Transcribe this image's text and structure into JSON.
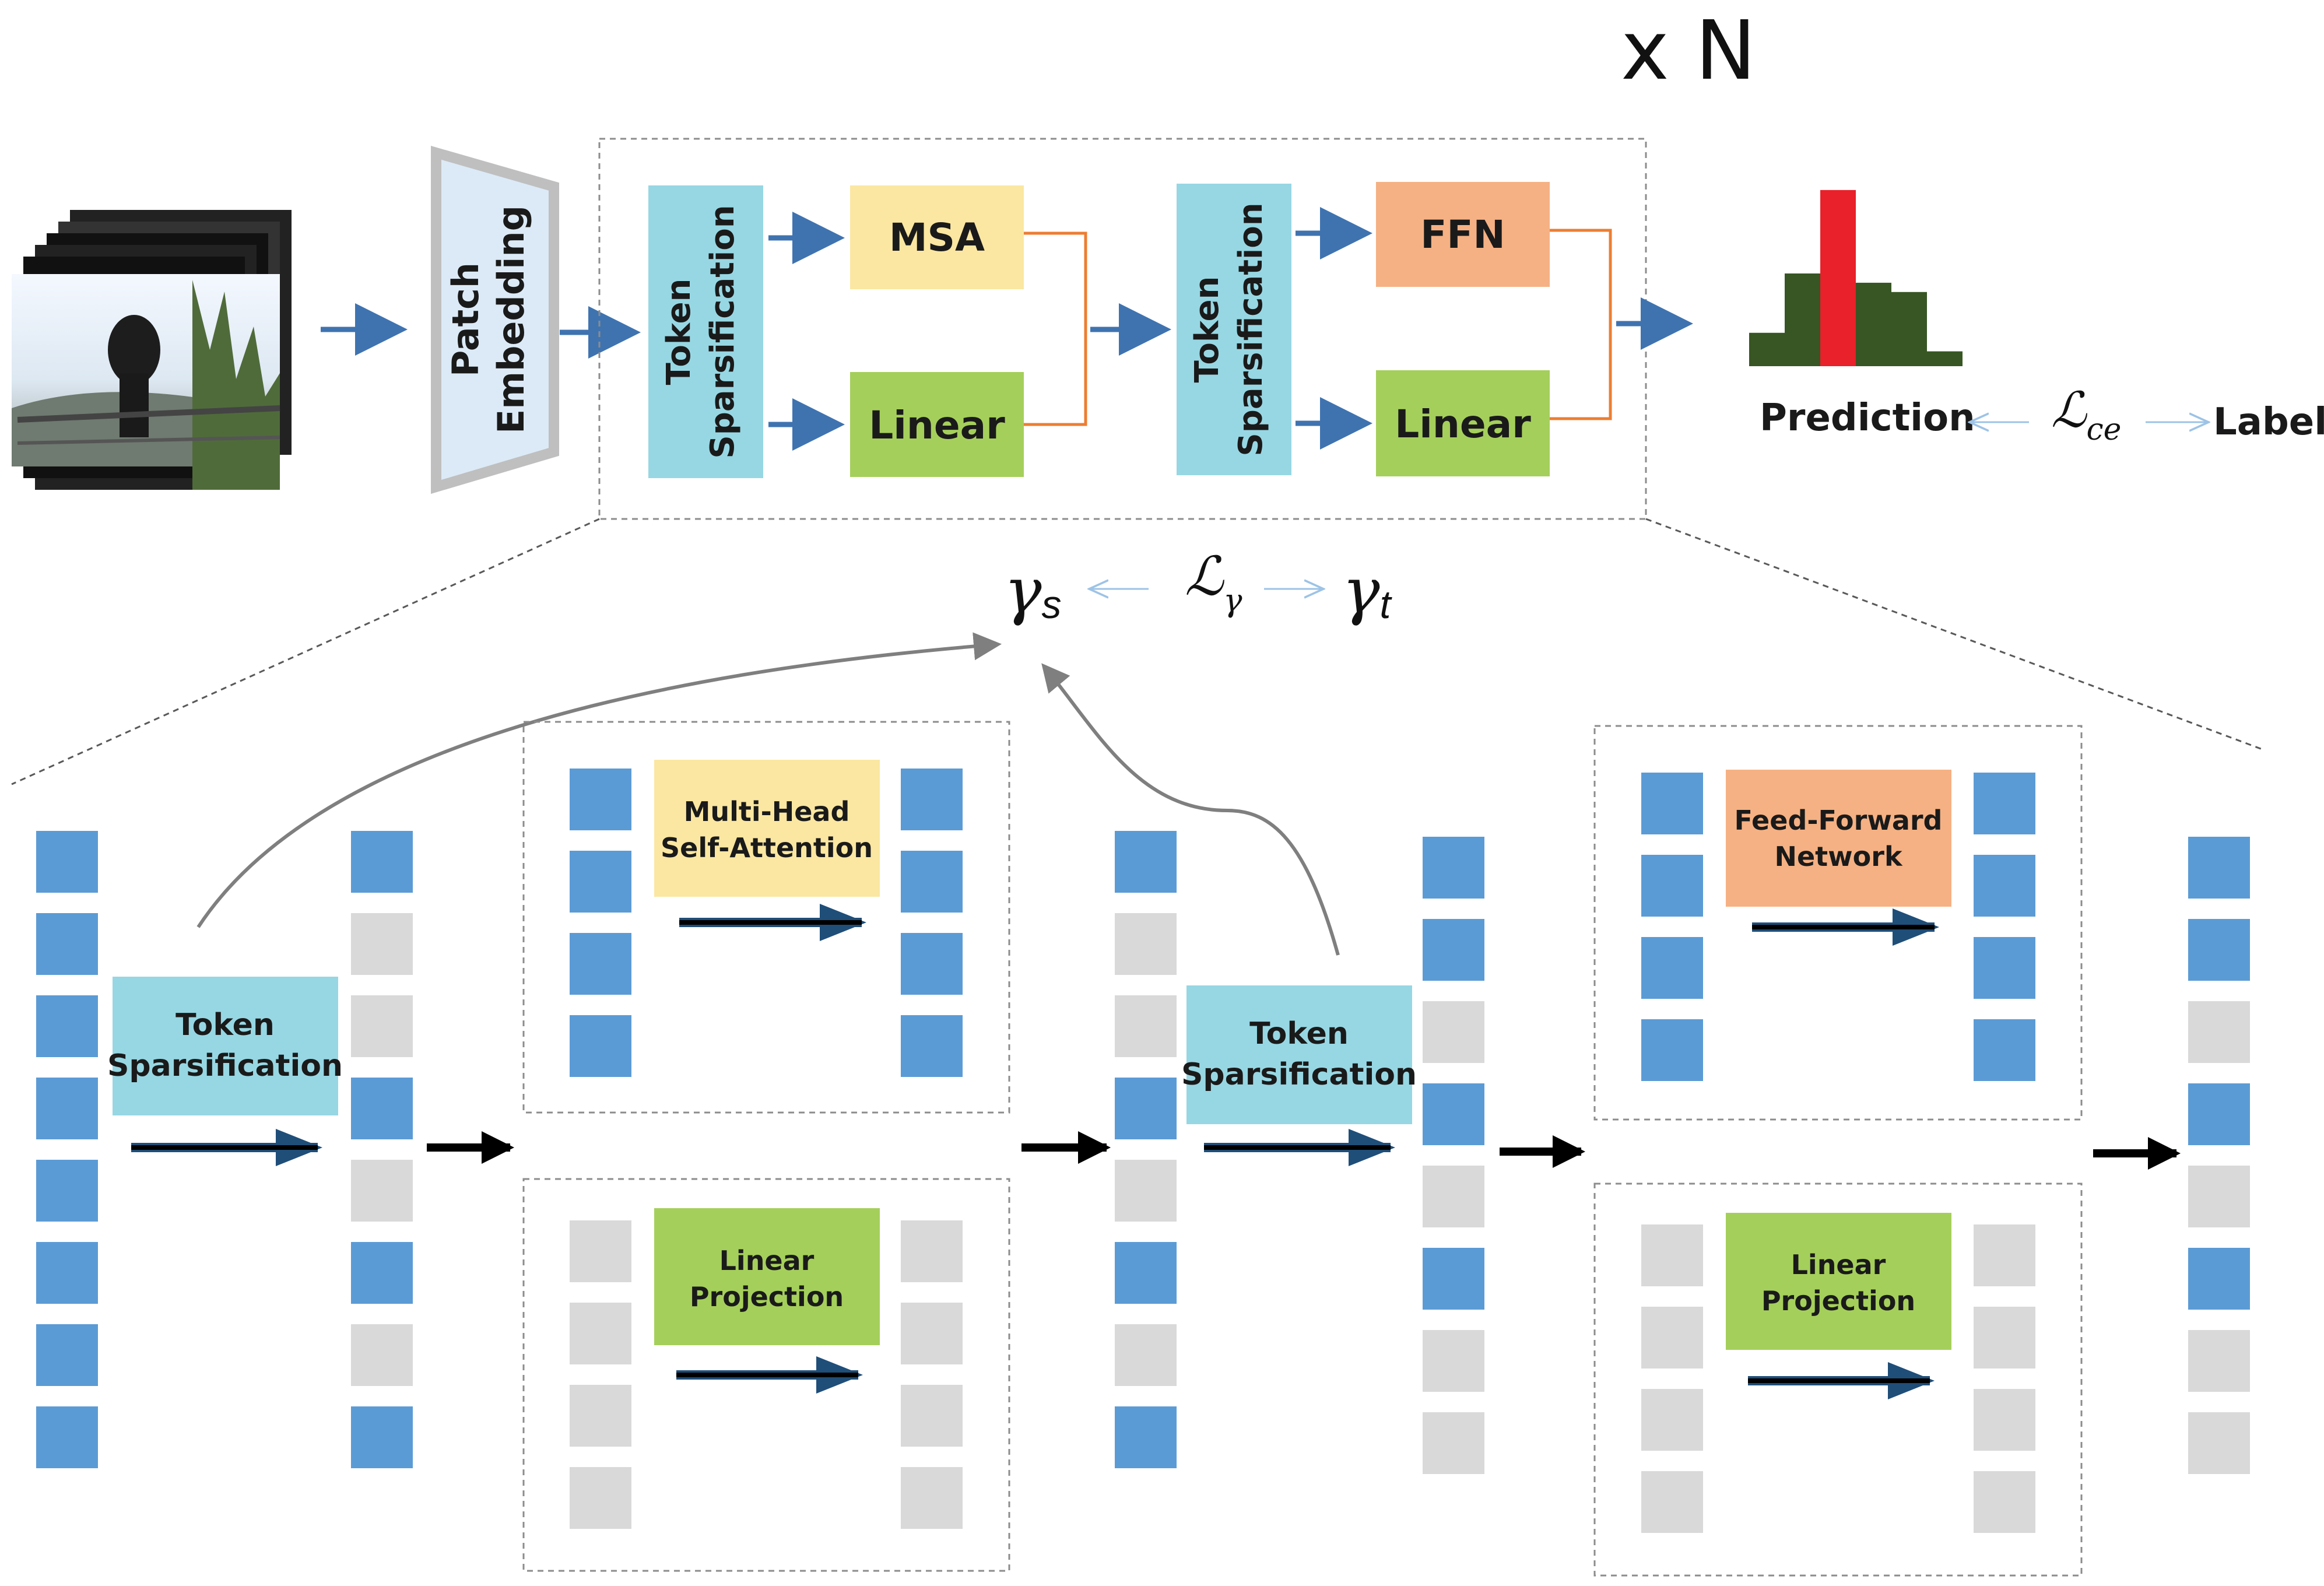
{
  "top": {
    "repeat_label": "x N",
    "patch_embedding": [
      "Patch",
      "Embedding"
    ],
    "token_sparsification": [
      "Token",
      "Sparsification"
    ],
    "msa": "MSA",
    "ffn": "FFN",
    "linear": "Linear",
    "prediction": "Prediction",
    "label": "Label",
    "loss_ce_main": "ℒ",
    "loss_ce_sub": "ce"
  },
  "middle": {
    "gamma_s_main": "γ",
    "gamma_s_sub": "s",
    "gamma_t_main": "γ",
    "gamma_t_sub": "t",
    "loss_gamma_main": "ℒ",
    "loss_gamma_sub": "γ"
  },
  "bottom": {
    "token_sparsification": [
      "Token",
      "Sparsification"
    ],
    "mhsa": [
      "Multi-Head",
      "Self-Attention"
    ],
    "linear_projection": [
      "Linear",
      "Projection"
    ],
    "ffn": [
      "Feed-Forward",
      "Network"
    ]
  },
  "colors": {
    "token_kept": "#5b9bd5",
    "token_dropped": "#d9d9d9",
    "token_sparsification": "#97d7e3",
    "msa": "#fbe7a1",
    "ffn": "#f5b183",
    "linear": "#a5cf5b",
    "patch_embedding": "#dceaf7",
    "histogram_bar": "#375623",
    "histogram_peak": "#e8212a",
    "flow_arrow": "#3f73b0",
    "orange_line": "#ed7d31"
  },
  "icons": [
    "input-video-frames-image",
    "prediction-histogram-icon"
  ],
  "chart_data": {
    "type": "bar",
    "values": [
      0.18,
      0.5,
      0.95,
      0.45,
      0.4,
      0.08
    ],
    "peak_index": 2
  }
}
